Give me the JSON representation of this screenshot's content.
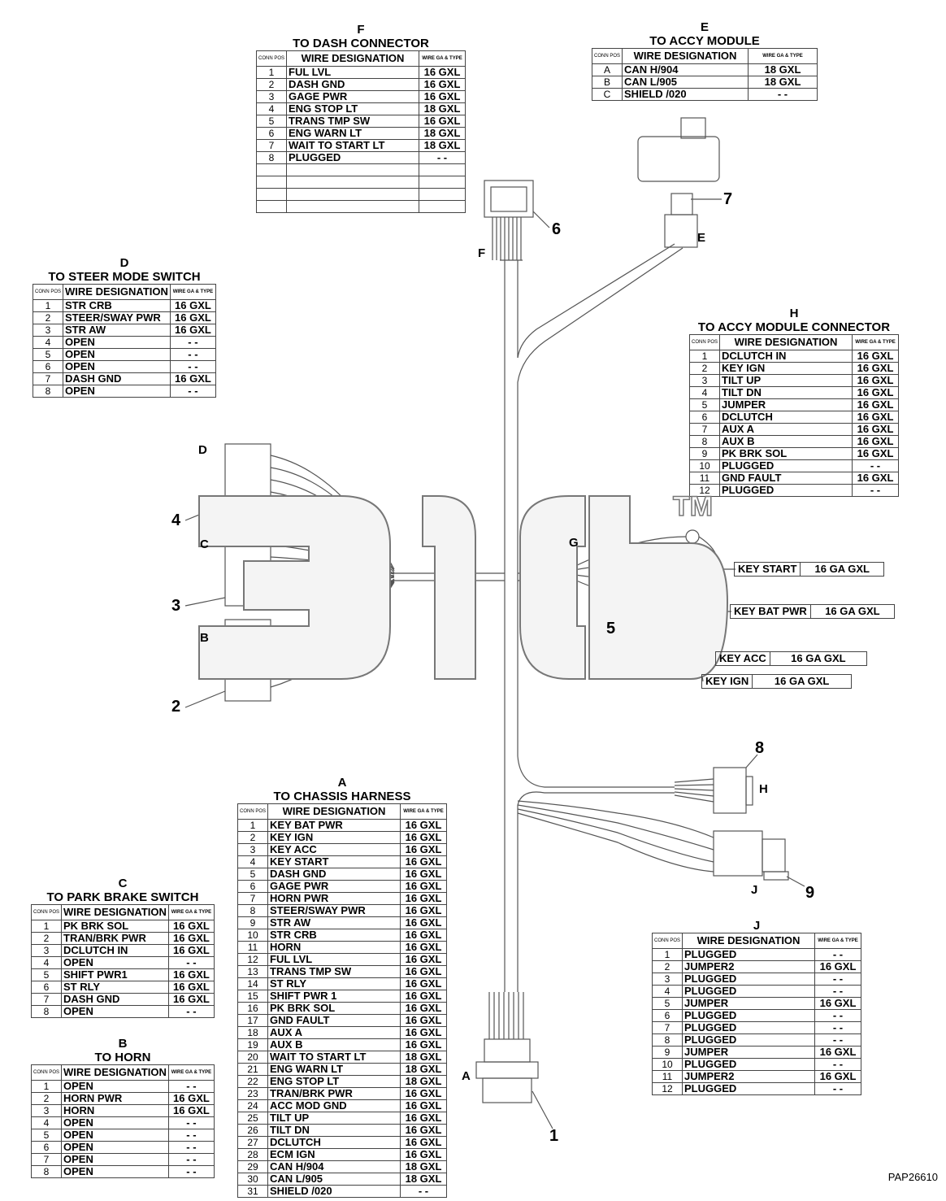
{
  "header": {
    "wg": "WIRE GA & TYPE",
    "cp": "CONN POS",
    "wd": "WIRE DESIGNATION"
  },
  "tables": {
    "F": {
      "letter": "F",
      "title": "TO DASH CONNECTOR",
      "rows": [
        [
          "1",
          "FUL LVL",
          "16 GXL"
        ],
        [
          "2",
          "DASH GND",
          "16 GXL"
        ],
        [
          "3",
          "GAGE PWR",
          "16 GXL"
        ],
        [
          "4",
          "ENG STOP LT",
          "18 GXL"
        ],
        [
          "5",
          "TRANS TMP SW",
          "16 GXL"
        ],
        [
          "6",
          "ENG WARN LT",
          "18 GXL"
        ],
        [
          "7",
          "WAIT TO START LT",
          "18 GXL"
        ],
        [
          "8",
          "PLUGGED",
          "- -"
        ]
      ]
    },
    "E": {
      "letter": "E",
      "title": "TO ACCY MODULE",
      "rows": [
        [
          "A",
          "CAN H/904",
          "18 GXL"
        ],
        [
          "B",
          "CAN L/905",
          "18 GXL"
        ],
        [
          "C",
          "SHIELD /020",
          "- -"
        ]
      ]
    },
    "D": {
      "letter": "D",
      "title": "TO STEER MODE SWITCH",
      "rows": [
        [
          "1",
          "STR CRB",
          "16 GXL"
        ],
        [
          "2",
          "STEER/SWAY PWR",
          "16 GXL"
        ],
        [
          "3",
          "STR AW",
          "16 GXL"
        ],
        [
          "4",
          "OPEN",
          "- -"
        ],
        [
          "5",
          "OPEN",
          "- -"
        ],
        [
          "6",
          "OPEN",
          "- -"
        ],
        [
          "7",
          "DASH GND",
          "16 GXL"
        ],
        [
          "8",
          "OPEN",
          "- -"
        ]
      ]
    },
    "H": {
      "letter": "H",
      "title": "TO ACCY MODULE CONNECTOR",
      "rows": [
        [
          "1",
          "DCLUTCH IN",
          "16 GXL"
        ],
        [
          "2",
          "KEY IGN",
          "16 GXL"
        ],
        [
          "3",
          "TILT UP",
          "16 GXL"
        ],
        [
          "4",
          "TILT DN",
          "16 GXL"
        ],
        [
          "5",
          "JUMPER",
          "16 GXL"
        ],
        [
          "6",
          "DCLUTCH",
          "16 GXL"
        ],
        [
          "7",
          "AUX A",
          "16 GXL"
        ],
        [
          "8",
          "AUX B",
          "16 GXL"
        ],
        [
          "9",
          "PK BRK SOL",
          "16 GXL"
        ],
        [
          "10",
          "PLUGGED",
          "- -"
        ],
        [
          "11",
          "GND FAULT",
          "16 GXL"
        ],
        [
          "12",
          "PLUGGED",
          "- -"
        ]
      ]
    },
    "A": {
      "letter": "A",
      "title": "TO CHASSIS HARNESS",
      "rows": [
        [
          "1",
          "KEY BAT PWR",
          "16 GXL"
        ],
        [
          "2",
          "KEY IGN",
          "16 GXL"
        ],
        [
          "3",
          "KEY ACC",
          "16 GXL"
        ],
        [
          "4",
          "KEY START",
          "16 GXL"
        ],
        [
          "5",
          "DASH GND",
          "16 GXL"
        ],
        [
          "6",
          "GAGE PWR",
          "16 GXL"
        ],
        [
          "7",
          "HORN PWR",
          "16 GXL"
        ],
        [
          "8",
          "STEER/SWAY PWR",
          "16 GXL"
        ],
        [
          "9",
          "STR AW",
          "16 GXL"
        ],
        [
          "10",
          "STR CRB",
          "16 GXL"
        ],
        [
          "11",
          "HORN",
          "16 GXL"
        ],
        [
          "12",
          "FUL LVL",
          "16 GXL"
        ],
        [
          "13",
          "TRANS TMP SW",
          "16 GXL"
        ],
        [
          "14",
          "ST RLY",
          "16 GXL"
        ],
        [
          "15",
          "SHIFT PWR 1",
          "16 GXL"
        ],
        [
          "16",
          "PK BRK SOL",
          "16 GXL"
        ],
        [
          "17",
          "GND FAULT",
          "16 GXL"
        ],
        [
          "18",
          "AUX A",
          "16 GXL"
        ],
        [
          "19",
          "AUX B",
          "16 GXL"
        ],
        [
          "20",
          "WAIT TO START LT",
          "18 GXL"
        ],
        [
          "21",
          "ENG WARN LT",
          "18 GXL"
        ],
        [
          "22",
          "ENG STOP LT",
          "18 GXL"
        ],
        [
          "23",
          "TRAN/BRK PWR",
          "16 GXL"
        ],
        [
          "24",
          "ACC MOD GND",
          "16 GXL"
        ],
        [
          "25",
          "TILT UP",
          "16 GXL"
        ],
        [
          "26",
          "TILT DN",
          "16 GXL"
        ],
        [
          "27",
          "DCLUTCH",
          "16 GXL"
        ],
        [
          "28",
          "ECM IGN",
          "16 GXL"
        ],
        [
          "29",
          "CAN H/904",
          "18 GXL"
        ],
        [
          "30",
          "CAN L/905",
          "18 GXL"
        ],
        [
          "31",
          "SHIELD /020",
          "- -"
        ]
      ]
    },
    "C": {
      "letter": "C",
      "title": "TO PARK BRAKE SWITCH",
      "rows": [
        [
          "1",
          "PK BRK SOL",
          "16 GXL"
        ],
        [
          "2",
          "TRAN/BRK PWR",
          "16 GXL"
        ],
        [
          "3",
          "DCLUTCH IN",
          "16 GXL"
        ],
        [
          "4",
          "OPEN",
          "- -"
        ],
        [
          "5",
          "SHIFT PWR1",
          "16 GXL"
        ],
        [
          "6",
          "ST RLY",
          "16 GXL"
        ],
        [
          "7",
          "DASH GND",
          "16 GXL"
        ],
        [
          "8",
          "OPEN",
          "- -"
        ]
      ]
    },
    "B": {
      "letter": "B",
      "title": "TO HORN",
      "rows": [
        [
          "1",
          "OPEN",
          "- -"
        ],
        [
          "2",
          "HORN PWR",
          "16 GXL"
        ],
        [
          "3",
          "HORN",
          "16 GXL"
        ],
        [
          "4",
          "OPEN",
          "- -"
        ],
        [
          "5",
          "OPEN",
          "- -"
        ],
        [
          "6",
          "OPEN",
          "- -"
        ],
        [
          "7",
          "OPEN",
          "- -"
        ],
        [
          "8",
          "OPEN",
          "- -"
        ]
      ]
    },
    "J": {
      "letter": "J",
      "title": "",
      "rows": [
        [
          "1",
          "PLUGGED",
          "- -"
        ],
        [
          "2",
          "JUMPER2",
          "16 GXL"
        ],
        [
          "3",
          "PLUGGED",
          "- -"
        ],
        [
          "4",
          "PLUGGED",
          "- -"
        ],
        [
          "5",
          "JUMPER",
          "16 GXL"
        ],
        [
          "6",
          "PLUGGED",
          "- -"
        ],
        [
          "7",
          "PLUGGED",
          "- -"
        ],
        [
          "8",
          "PLUGGED",
          "- -"
        ],
        [
          "9",
          "JUMPER",
          "16 GXL"
        ],
        [
          "10",
          "PLUGGED",
          "- -"
        ],
        [
          "11",
          "JUMPER2",
          "16 GXL"
        ],
        [
          "12",
          "PLUGGED",
          "- -"
        ]
      ]
    }
  },
  "wire_labels": [
    {
      "name": "KEY START",
      "spec": "16 GA GXL"
    },
    {
      "name": "KEY BAT PWR",
      "spec": "16 GA GXL"
    },
    {
      "name": "KEY ACC",
      "spec": "16 GA GXL"
    },
    {
      "name": "KEY IGN",
      "spec": "16 GA GXL"
    }
  ],
  "callouts": [
    "1",
    "2",
    "3",
    "4",
    "5",
    "6",
    "7",
    "8",
    "9"
  ],
  "connector_letters": [
    "A",
    "B",
    "C",
    "D",
    "E",
    "F",
    "G",
    "H",
    "J"
  ],
  "watermark": {
    "text": "TM"
  },
  "drawing_code": "PAP26610"
}
